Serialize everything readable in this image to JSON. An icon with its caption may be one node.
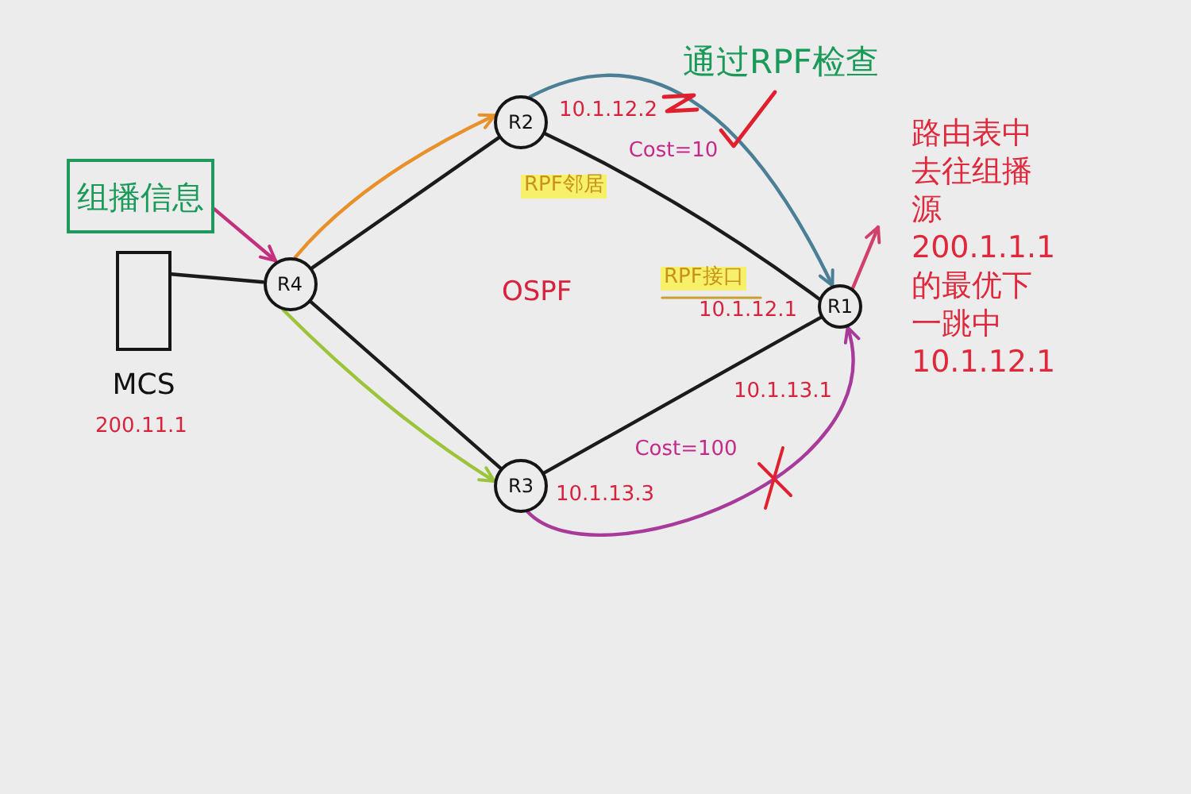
{
  "diagram": {
    "nodes": [
      {
        "text": [
          "组播信息"
        ]
      },
      {
        "text": [
          "MCS"
        ],
        "beside": [
          "200.11.1"
        ]
      },
      {
        "text": [
          "R4"
        ]
      },
      {
        "text": [
          "R2"
        ],
        "beside": [
          "10.1.12.2",
          "RPF邻居"
        ]
      },
      {
        "text": [
          "R3"
        ],
        "beside": [
          "10.1.13.3"
        ]
      },
      {
        "text": [
          "R1"
        ],
        "beside": [
          "RPF接口",
          "10.1.12.1",
          "10.1.13.1"
        ]
      }
    ],
    "edges": [
      {
        "from": 1,
        "to": 2,
        "arrow": "none"
      },
      {
        "from": 2,
        "to": 3,
        "arrow": "none"
      },
      {
        "from": 2,
        "to": 4,
        "arrow": "none"
      },
      {
        "from": 3,
        "to": 5,
        "arrow": "none",
        "label": "Cost=10"
      },
      {
        "from": 4,
        "to": 5,
        "arrow": "none",
        "label": "Cost=100"
      },
      {
        "from": 0,
        "to": 2,
        "arrow": "to",
        "color": "#c2307e"
      },
      {
        "from": 2,
        "to": 3,
        "arrow": "to",
        "color": "#e8902a"
      },
      {
        "from": 2,
        "to": 4,
        "arrow": "to",
        "color": "#9cc43a"
      },
      {
        "from": 3,
        "to": 5,
        "arrow": "to",
        "color": "#4a7f95"
      },
      {
        "from": 4,
        "to": 5,
        "arrow": "to",
        "color": "#a83a9a"
      },
      {
        "from": 5,
        "to": null,
        "arrow": "to",
        "color": "#d0406a"
      }
    ],
    "labels": [
      "通过RPF检查",
      "OSPF",
      "路由表中去往组播源200.1.1.1的最优下一跳中10.1.12.1"
    ]
  }
}
